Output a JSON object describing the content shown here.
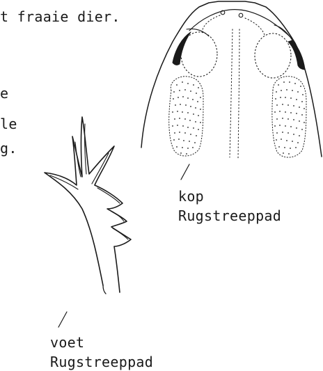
{
  "text_fragments": {
    "line1": "t fraaie dier.",
    "line2": "e",
    "line3": "le",
    "line4": "g."
  },
  "figures": {
    "head": {
      "label_line1": "kop",
      "label_line2": "Rugstreeppad"
    },
    "foot": {
      "label_line1": "voet",
      "label_line2": "Rugstreeppad"
    }
  },
  "colors": {
    "ink": "#1a1a1a",
    "paper": "#ffffff"
  }
}
